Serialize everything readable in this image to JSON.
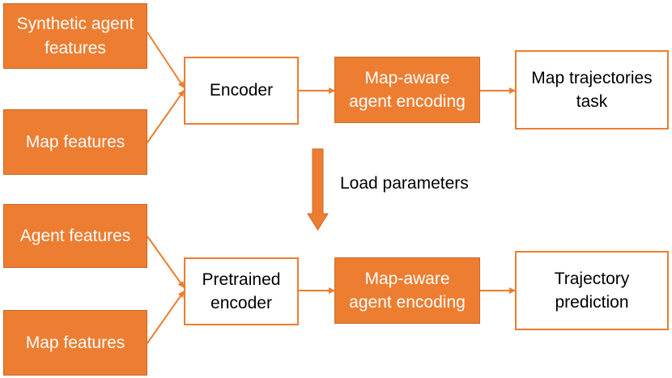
{
  "top_row": {
    "input1": "Synthetic agent features",
    "input2": "Map features",
    "encoder": "Encoder",
    "encoding": "Map-aware agent encoding",
    "task": "Map trajectories task"
  },
  "transfer_label": "Load parameters",
  "bottom_row": {
    "input1": "Agent features",
    "input2": "Map features",
    "encoder": "Pretrained encoder",
    "encoding": "Map-aware agent encoding",
    "task": "Trajectory prediction"
  },
  "colors": {
    "accent": "#ed7d31",
    "text": "#000000",
    "text_on_accent": "#ffffff"
  }
}
